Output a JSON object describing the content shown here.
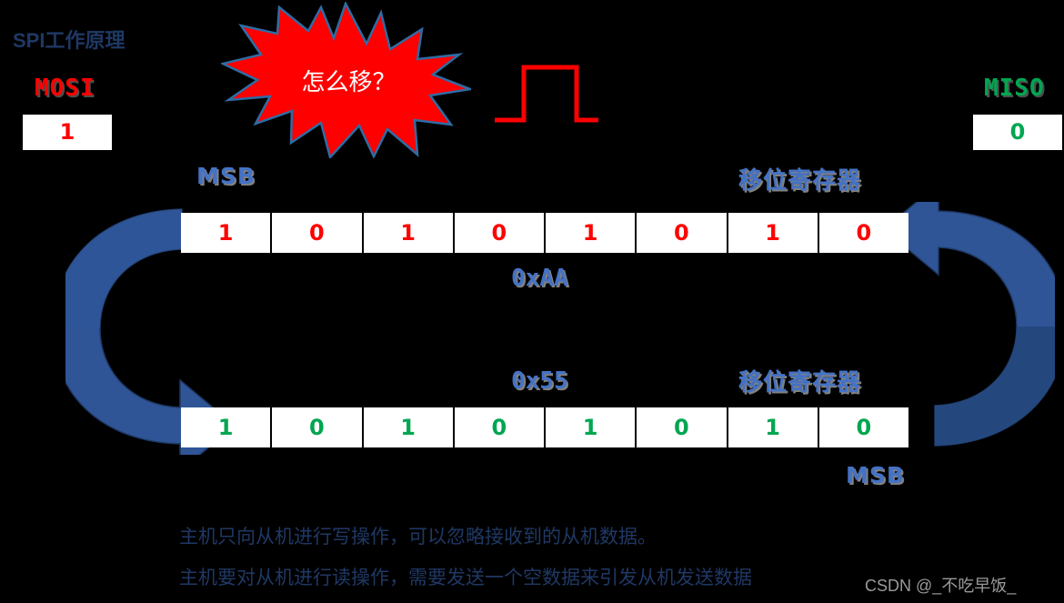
{
  "title": "SPI工作原理",
  "pins": {
    "mosi": {
      "label": "MOSI",
      "value": "1",
      "color": "#ff0000"
    },
    "miso": {
      "label": "MISO",
      "value": "0",
      "color": "#00a650"
    }
  },
  "callout": {
    "text": "怎么移？",
    "fill": "#ff0000",
    "stroke": "#2e6ca4",
    "text_color": "#ffffff"
  },
  "clock": {
    "name": "clock-pulse",
    "color": "#ff0000"
  },
  "registers": {
    "top": {
      "msb_label": "MSB",
      "name_label": "移位寄存器",
      "hex_label": "0xAA",
      "bits": [
        "1",
        "0",
        "1",
        "0",
        "1",
        "0",
        "1",
        "0"
      ],
      "bit_color": "#ff0000"
    },
    "bottom": {
      "msb_label": "MSB",
      "name_label": "移位寄存器",
      "hex_label": "0x55",
      "bits": [
        "1",
        "0",
        "1",
        "0",
        "1",
        "0",
        "1",
        "0"
      ],
      "bit_color": "#00a650"
    }
  },
  "arrows": {
    "left": {
      "name": "loop-arrow-down",
      "color": "#2f5597"
    },
    "right": {
      "name": "loop-arrow-up",
      "color": "#2f5597"
    }
  },
  "notes": [
    "主机只向从机进行写操作，可以忽略接收到的从机数据。",
    "主机要对从机进行读操作，需要发送一个空数据来引发从机发送数据"
  ],
  "watermark": "CSDN @_不吃早饭_",
  "colors": {
    "background": "#000000",
    "accent_blue": "#4472c4",
    "dark_blue": "#1f3864",
    "arrow_blue": "#2f5597",
    "red": "#ff0000",
    "green": "#00a650"
  }
}
